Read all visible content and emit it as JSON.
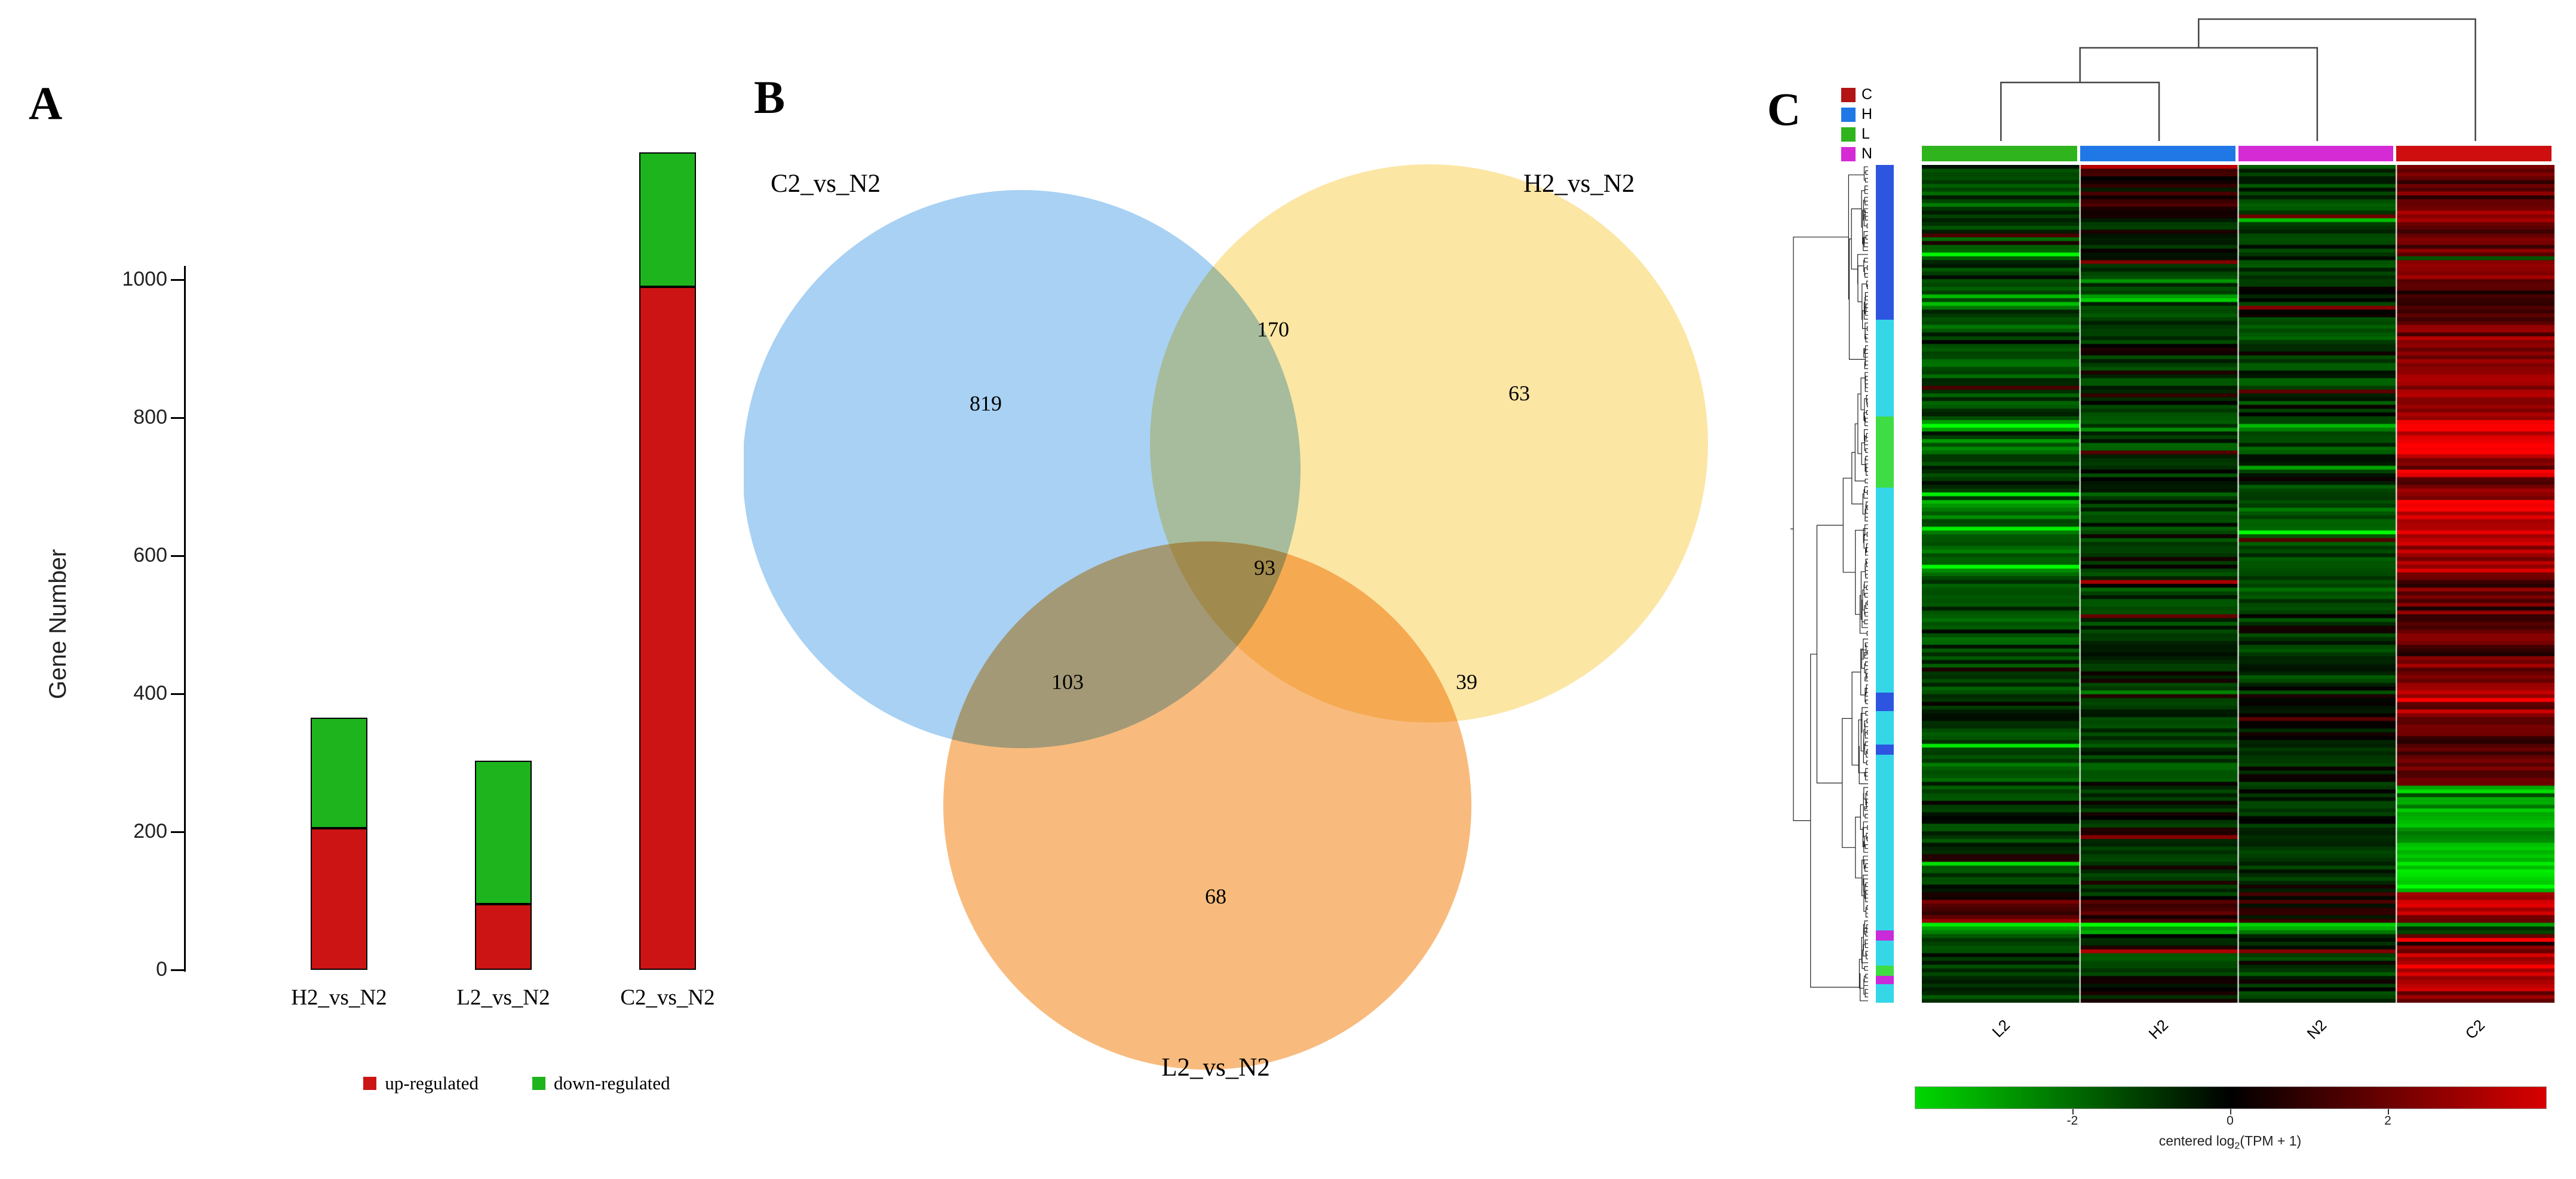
{
  "panels": {
    "a": {
      "label": "A"
    },
    "b": {
      "label": "B"
    },
    "c": {
      "label": "C"
    }
  },
  "chart_data": [
    {
      "id": "deg-stacked-bar",
      "type": "bar",
      "title": "",
      "categories": [
        "H2_vs_N2",
        "L2_vs_N2",
        "C2_vs_N2"
      ],
      "series": [
        {
          "name": "up-regulated",
          "color": "#cc1414",
          "values": [
            205,
            95,
            990
          ]
        },
        {
          "name": "down-regulated",
          "color": "#1db41d",
          "values": [
            160,
            208,
            195
          ]
        }
      ],
      "stacked": true,
      "ylabel": "Gene Number",
      "xlabel": "",
      "yticks": [
        0,
        200,
        400,
        600,
        800,
        1000
      ],
      "ylim": [
        0,
        1200
      ],
      "grid": false,
      "legend_position": "bottom"
    },
    {
      "id": "deg-venn",
      "type": "venn",
      "sets": [
        {
          "name": "C2_vs_N2",
          "color": "#90C4F0"
        },
        {
          "name": "H2_vs_N2",
          "color": "#FBDF8A"
        },
        {
          "name": "L2_vs_N2",
          "color": "#F6A858"
        }
      ],
      "regions": {
        "c2_only": 819,
        "c2_h2": 170,
        "h2_only": 63,
        "c2_h2_l2": 93,
        "c2_l2": 103,
        "h2_l2": 39,
        "l2_only": 68
      }
    },
    {
      "id": "deg-heatmap",
      "type": "heatmap",
      "columns": [
        "L2",
        "H2",
        "N2",
        "C2"
      ],
      "column_groups": [
        {
          "label": "L",
          "color": "#2fb41e"
        },
        {
          "label": "H",
          "color": "#2078e6"
        },
        {
          "label": "N",
          "color": "#d42bd4"
        },
        {
          "label": "C",
          "color": "#cf0f0f"
        }
      ],
      "legend": [
        {
          "label": "C",
          "color": "#b31414"
        },
        {
          "label": "H",
          "color": "#2078e6"
        },
        {
          "label": "L",
          "color": "#2fb41e"
        },
        {
          "label": "N",
          "color": "#d42bd4"
        }
      ],
      "colorscale": {
        "ticks": [
          -2,
          0,
          2
        ],
        "range": [
          -4,
          4
        ],
        "min_color": "#00d800",
        "mid_color": "#000000",
        "max_color": "#d80000",
        "label_parts": {
          "prefix": "centered log",
          "sub": "2",
          "suffix": "(TPM + 1)"
        }
      },
      "rows": 220,
      "seed": 7,
      "noise": 0.55,
      "pattern_blocks": [
        {
          "frac": 0.05,
          "bias": [
            -0.7,
            0.4,
            -0.5,
            0.9
          ]
        },
        {
          "frac": 0.09,
          "bias": [
            -0.45,
            -0.2,
            -0.6,
            1.1
          ]
        },
        {
          "frac": 0.05,
          "bias": [
            -1.0,
            -0.55,
            -0.35,
            0.7
          ]
        },
        {
          "frac": 0.09,
          "bias": [
            -0.7,
            -0.3,
            -0.5,
            1.4
          ]
        },
        {
          "frac": 0.07,
          "bias": [
            -0.9,
            -0.5,
            -0.6,
            2.5
          ]
        },
        {
          "frac": 0.05,
          "bias": [
            -0.6,
            -0.4,
            -0.3,
            1.0
          ]
        },
        {
          "frac": 0.09,
          "bias": [
            -1.1,
            -0.5,
            -0.7,
            1.9
          ]
        },
        {
          "frac": 0.09,
          "bias": [
            -0.6,
            -0.35,
            -0.45,
            0.9
          ]
        },
        {
          "frac": 0.07,
          "bias": [
            -0.4,
            -0.25,
            -0.3,
            1.3
          ]
        },
        {
          "frac": 0.09,
          "bias": [
            -0.55,
            -0.4,
            -0.25,
            0.8
          ]
        },
        {
          "frac": 0.08,
          "bias": [
            -0.35,
            -0.2,
            -0.3,
            -1.6
          ]
        },
        {
          "frac": 0.05,
          "bias": [
            -0.25,
            -0.15,
            -0.2,
            -2.3
          ]
        },
        {
          "frac": 0.035,
          "bias": [
            0.7,
            0.5,
            0.3,
            1.9
          ]
        },
        {
          "frac": 0.015,
          "bias": [
            -2.6,
            -2.6,
            -2.4,
            -1.2
          ]
        },
        {
          "frac": 0.08,
          "bias": [
            -0.4,
            -0.25,
            -0.35,
            1.5
          ]
        }
      ],
      "row_annotation_segments": [
        {
          "color": "#2d55e0",
          "frac": 0.185
        },
        {
          "color": "#35d6e8",
          "frac": 0.115
        },
        {
          "color": "#3fdd44",
          "frac": 0.085
        },
        {
          "color": "#35d6e8",
          "frac": 0.245
        },
        {
          "color": "#2d55e0",
          "frac": 0.022
        },
        {
          "color": "#35d6e8",
          "frac": 0.04
        },
        {
          "color": "#2d55e0",
          "frac": 0.012
        },
        {
          "color": "#35d6e8",
          "frac": 0.21
        },
        {
          "color": "#c92bd9",
          "frac": 0.012
        },
        {
          "color": "#35d6e8",
          "frac": 0.03
        },
        {
          "color": "#3fdd44",
          "frac": 0.012
        },
        {
          "color": "#c92bd9",
          "frac": 0.01
        },
        {
          "color": "#35d6e8",
          "frac": 0.022
        }
      ]
    }
  ]
}
